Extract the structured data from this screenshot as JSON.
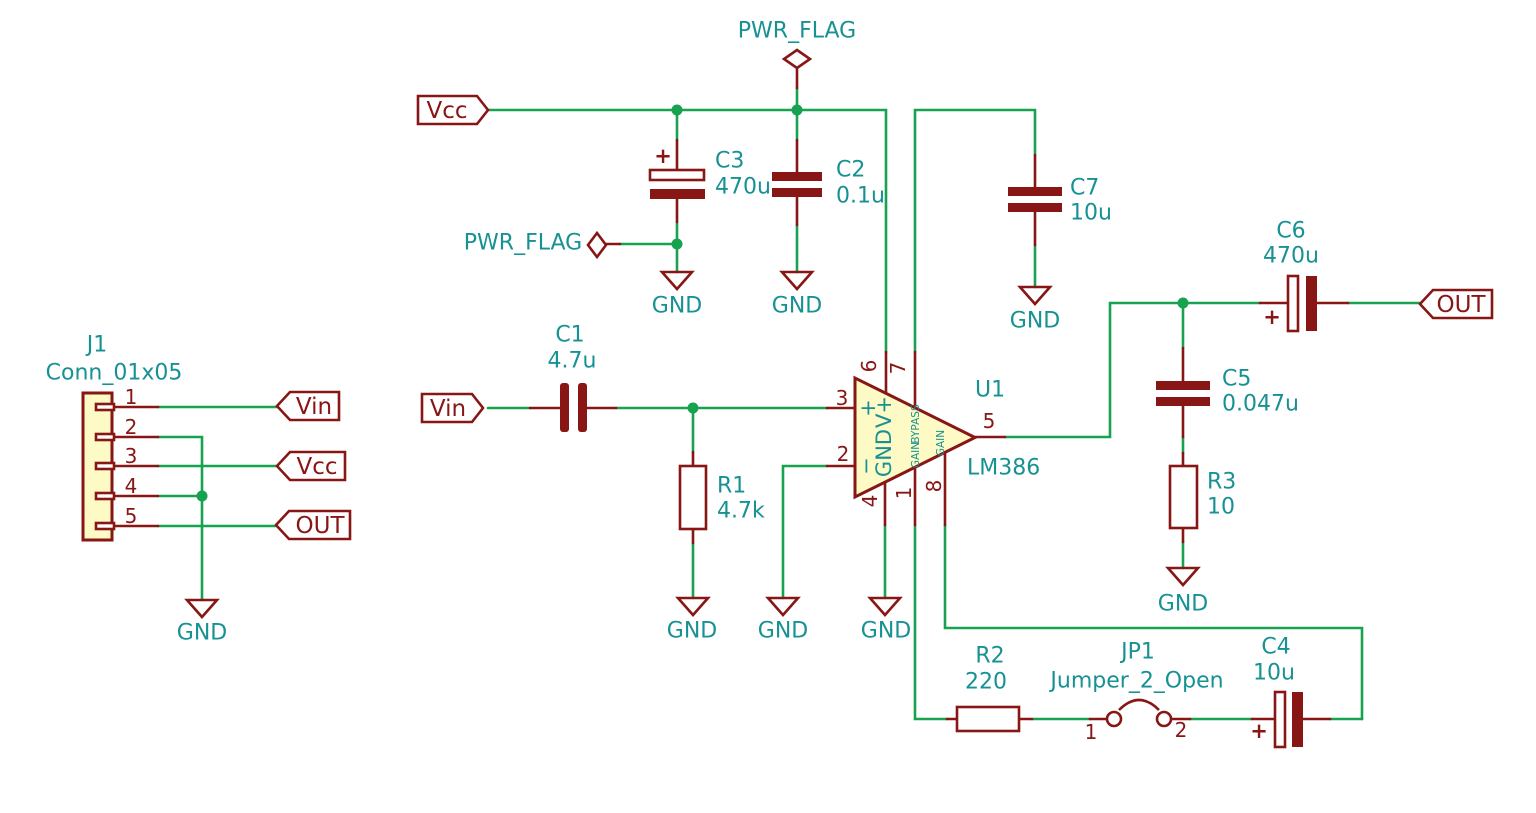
{
  "schematic": {
    "colors": {
      "wire_green": "#17a24f",
      "symbol_maroon": "#871614",
      "field_teal": "#179193",
      "body_fill_yellow": "#fdfac5",
      "background": "#ffffff"
    },
    "power": {
      "gnd": "GND",
      "pwr_flag": "PWR_FLAG",
      "plus": "+"
    },
    "nets": {
      "vin": "Vin",
      "vcc": "Vcc",
      "out": "OUT"
    },
    "components": {
      "J1": {
        "ref": "J1",
        "value": "Conn_01x05",
        "pins": [
          "1",
          "2",
          "3",
          "4",
          "5"
        ]
      },
      "C1": {
        "ref": "C1",
        "value": "4.7u"
      },
      "C2": {
        "ref": "C2",
        "value": "0.1u"
      },
      "C3": {
        "ref": "C3",
        "value": "470u"
      },
      "C4": {
        "ref": "C4",
        "value": "10u"
      },
      "C5": {
        "ref": "C5",
        "value": "0.047u"
      },
      "C6": {
        "ref": "C6",
        "value": "470u"
      },
      "C7": {
        "ref": "C7",
        "value": "10u"
      },
      "R1": {
        "ref": "R1",
        "value": "4.7k"
      },
      "R2": {
        "ref": "R2",
        "value": "220"
      },
      "R3": {
        "ref": "R3",
        "value": "10"
      },
      "U1": {
        "ref": "U1",
        "value": "LM386",
        "pins": {
          "p1": "1",
          "p2": "2",
          "p3": "3",
          "p4": "4",
          "p5": "5",
          "p6": "6",
          "p7": "7",
          "p8": "8"
        },
        "pin_names": {
          "in_plus": "+",
          "in_minus": "−",
          "gnd": "GND",
          "vplus": "V+",
          "gain": "GAIN",
          "bypass": "BYPASS"
        }
      },
      "JP1": {
        "ref": "JP1",
        "value": "Jumper_2_Open",
        "pins": [
          "1",
          "2"
        ]
      }
    }
  }
}
